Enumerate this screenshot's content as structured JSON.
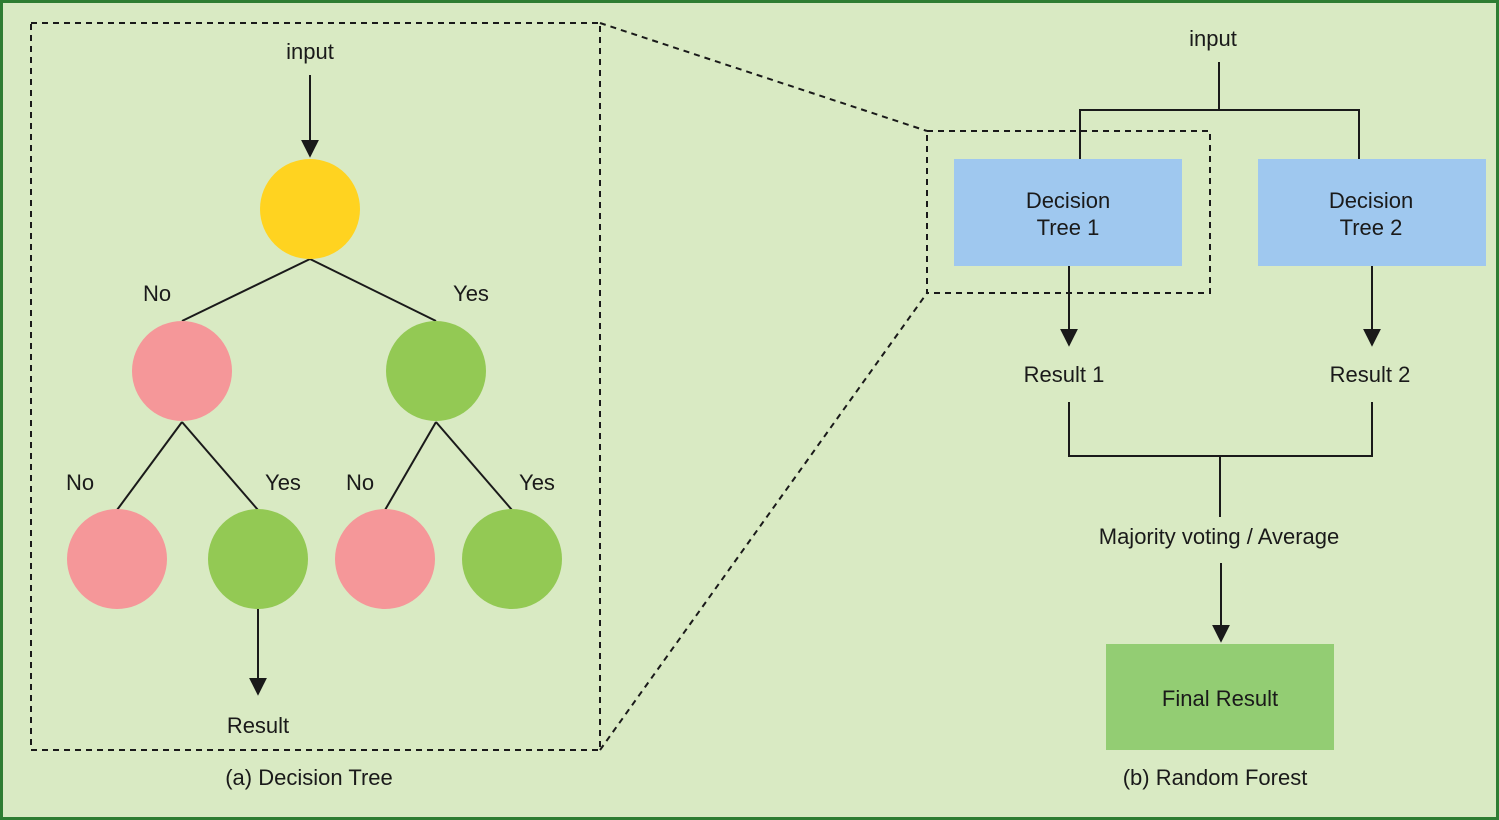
{
  "colors": {
    "background": "#d9eac3",
    "border": "#2e7d32",
    "root_node": "#ffd320",
    "no_node": "#f59799",
    "yes_node": "#93c954",
    "tree_box": "#9fc8ef",
    "final_box": "#93cd73",
    "stroke": "#1a1a1a"
  },
  "decision_tree": {
    "input_label": "input",
    "edge_no_l1": "No",
    "edge_yes_l1": "Yes",
    "edge_no_l2_left": "No",
    "edge_yes_l2_left": "Yes",
    "edge_no_l2_right": "No",
    "edge_yes_l2_right": "Yes",
    "result_label": "Result",
    "caption": "(a) Decision Tree"
  },
  "random_forest": {
    "input_label": "input",
    "tree1_line1": "Decision",
    "tree1_line2": "Tree 1",
    "tree2_line1": "Decision",
    "tree2_line2": "Tree 2",
    "result1": "Result 1",
    "result2": "Result 2",
    "aggregation": "Majority voting / Average",
    "final": "Final Result",
    "caption": "(b) Random Forest"
  }
}
